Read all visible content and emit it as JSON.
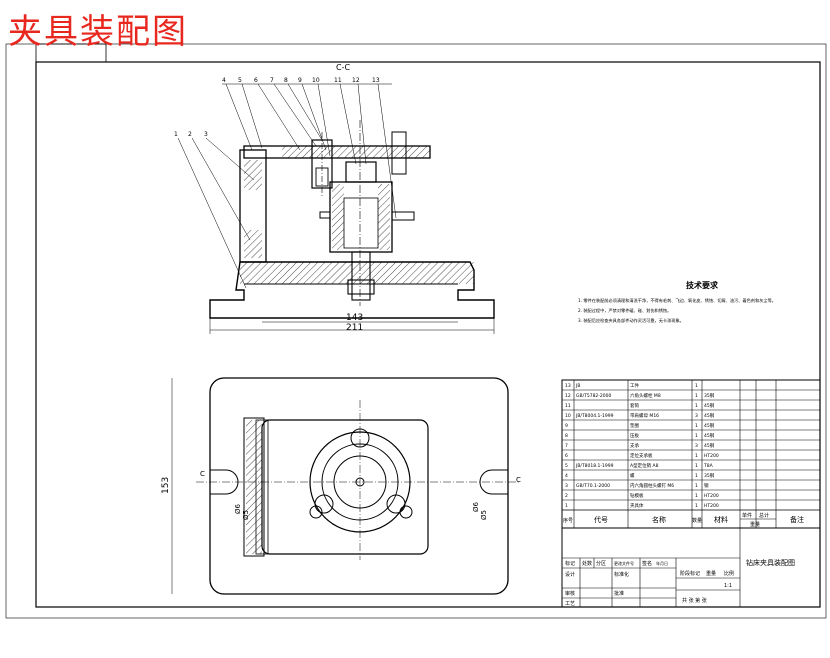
{
  "drawing": {
    "title": "夹具装配图",
    "section_label": "C-C",
    "section_mark": "C",
    "tech_title": "技术要求",
    "tech_notes": [
      "1. 零件在装配前必须清理和清洗干净，不得有毛刺、飞边、氧化皮、锈蚀、切屑、油污、着色剂和灰尘等。",
      "2. 装配过程中，严禁对零件磕、碰、划伤和锈蚀。",
      "3. 装配后应检查夹具各部件动作灵活可靠，无卡滞现象。"
    ],
    "dims": {
      "d143": "143",
      "d211": "211",
      "d153": "153",
      "v1": "Ø6",
      "v2": "Ø5",
      "v3": "Ø6",
      "v4": "Ø5"
    },
    "callouts": [
      "1",
      "2",
      "3",
      "4",
      "5",
      "6",
      "7",
      "8",
      "9",
      "10",
      "11",
      "12",
      "13"
    ],
    "bom_rows": [
      {
        "no": "13",
        "code": "JB",
        "name": "工件",
        "qty": "1",
        "mat": ""
      },
      {
        "no": "12",
        "code": "GB/T5782-2000",
        "name": "六角头螺栓 M8",
        "qty": "1",
        "mat": "35钢"
      },
      {
        "no": "11",
        "code": "",
        "name": "套筒",
        "qty": "1",
        "mat": "45钢"
      },
      {
        "no": "10",
        "code": "JB/T8004.1-1999",
        "name": "带肩螺母 M16",
        "qty": "3",
        "mat": "45钢"
      },
      {
        "no": "9",
        "code": "",
        "name": "垫圈",
        "qty": "1",
        "mat": "45钢"
      },
      {
        "no": "8",
        "code": "",
        "name": "压板",
        "qty": "1",
        "mat": "45钢"
      },
      {
        "no": "7",
        "code": "",
        "name": "支承",
        "qty": "3",
        "mat": "45钢"
      },
      {
        "no": "6",
        "code": "",
        "name": "定位支承板",
        "qty": "1",
        "mat": "HT200"
      },
      {
        "no": "5",
        "code": "JB/T8018.1-1999",
        "name": "A型定位销 A8",
        "qty": "1",
        "mat": "T8A"
      },
      {
        "no": "4",
        "code": "",
        "name": "螺",
        "qty": "1",
        "mat": "35钢"
      },
      {
        "no": "3",
        "code": "GB/T70.1-2000",
        "name": "内六角圆柱头螺钉 M6",
        "qty": "1",
        "mat": "钢"
      },
      {
        "no": "2",
        "code": "",
        "name": "钻模板",
        "qty": "1",
        "mat": "HT200"
      },
      {
        "no": "1",
        "code": "",
        "name": "夹具体",
        "qty": "1",
        "mat": "HT200"
      }
    ],
    "bom_header": {
      "no": "序号",
      "code": "代号",
      "name": "名称",
      "qty": "数量",
      "mat": "材料",
      "unit_wt": "单件",
      "total_wt": "总计",
      "weight": "重量",
      "remark": "备注"
    },
    "title_block": {
      "drawing_name": "钻床夹具装配图",
      "row_labels": [
        "标记",
        "处数",
        "分区",
        "更改文件号",
        "签名",
        "年月日"
      ],
      "design": "设计",
      "standard": "标准化",
      "process": "工艺",
      "review": "审核",
      "approve": "批准",
      "stage": "阶段标记",
      "weight": "重量",
      "scale": "比例",
      "scale_val": "1:1",
      "sheets": "共  张  第  张"
    }
  }
}
